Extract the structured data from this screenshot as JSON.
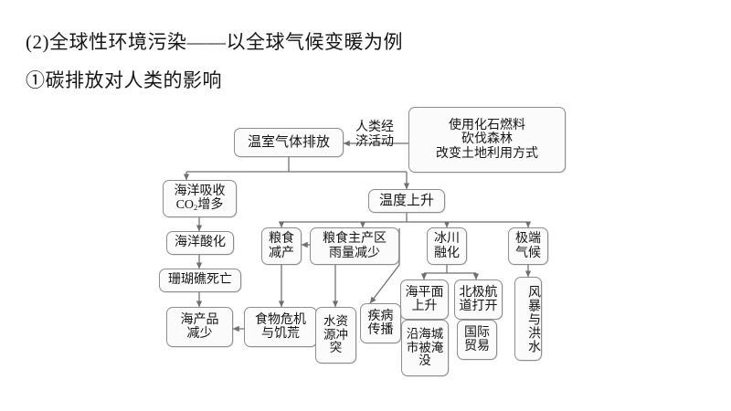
{
  "page": {
    "background": "#ffffff",
    "ink": "#141414",
    "box_stroke": "#8d8d8d",
    "box_fill": "#fbfbfb"
  },
  "headings": {
    "line1": "(2)全球性环境污染——以全球气候变暖为例",
    "line2": "①碳排放对人类的影响"
  },
  "diagram": {
    "title": "碳排放对人类的影响流程图",
    "edge_labels": [
      {
        "id": "human-economic-activity",
        "text": "人类经\n济活动"
      }
    ],
    "nodes": [
      {
        "id": "ghg-emission",
        "text": "温室气体排放"
      },
      {
        "id": "causes",
        "text": "使用化石燃料\n砍伐森林\n改变土地利用方式"
      },
      {
        "id": "ocean-absorb-co2",
        "text_pre": "海洋吸收\nCO",
        "sub": "2",
        "text_post": "增多"
      },
      {
        "id": "temperature-rise",
        "text": "温度上升"
      },
      {
        "id": "ocean-acidify",
        "text": "海洋酸化"
      },
      {
        "id": "grain-reduction",
        "text": "粮食\n减产"
      },
      {
        "id": "rain-decrease",
        "text": "粮食主产区\n雨量减少"
      },
      {
        "id": "glacier-melt",
        "text": "冰川\n融化"
      },
      {
        "id": "extreme-climate",
        "text": "极端\n气候"
      },
      {
        "id": "coral-death",
        "text": "珊瑚礁死亡"
      },
      {
        "id": "sea-level-rise",
        "text": "海平面\n上升"
      },
      {
        "id": "arctic-route",
        "text": "北极航\n道打开"
      },
      {
        "id": "storm-flood",
        "text": "风暴与洪水"
      },
      {
        "id": "seafood-decrease",
        "text": "海产品\n减少"
      },
      {
        "id": "food-crisis",
        "text": "食物危机\n与饥荒"
      },
      {
        "id": "water-conflict",
        "text": "水资\n源冲\n突"
      },
      {
        "id": "disease-spread",
        "text": "疾病\n传播"
      },
      {
        "id": "coastal-flooded",
        "text": "沿海城\n市被淹\n没"
      },
      {
        "id": "intl-trade",
        "text": "国际\n贸易"
      }
    ]
  }
}
